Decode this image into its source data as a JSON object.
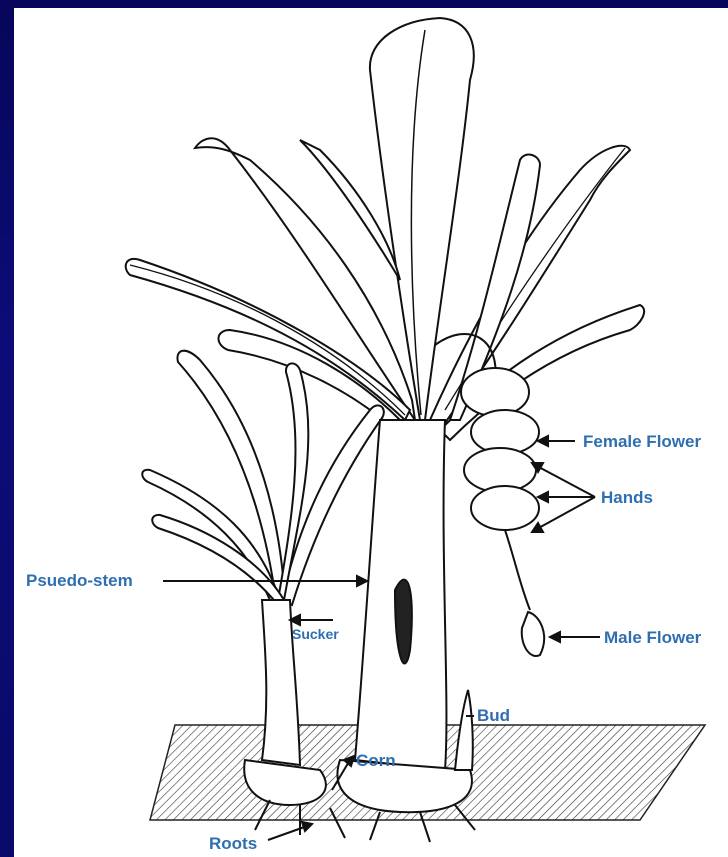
{
  "colors": {
    "background": "#0b0b6e",
    "panel": "#ffffff",
    "label": "#2f6fb0",
    "ink": "#111111"
  },
  "labels": {
    "female_flower": "Female Flower",
    "hands": "Hands",
    "male_flower": "Male Flower",
    "pseudo_stem": "Psuedo-stem",
    "sucker": "Sucker",
    "bud": "Bud",
    "corn": "Corn",
    "roots": "Roots"
  }
}
